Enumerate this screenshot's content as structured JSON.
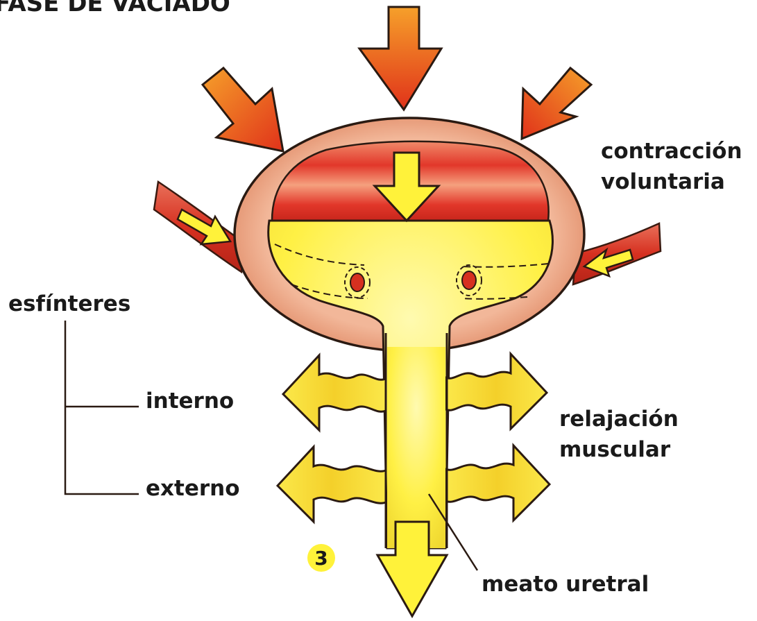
{
  "title": "FASE DE VACIADO",
  "labels": {
    "contraction_line1": "contracción",
    "contraction_line2": "voluntaria",
    "sphincters": "esfínteres",
    "internal": "interno",
    "external": "externo",
    "relaxation_line1": "relajación",
    "relaxation_line2": "muscular",
    "meatus": "meato uretral",
    "step_number": "3"
  },
  "colors": {
    "pressure_arrow": "#e8491e",
    "bladder_wall": "#e9a07e",
    "urine": "#fff23a",
    "relax_arrow": "#f7df2e",
    "outline": "#2a1a12"
  }
}
